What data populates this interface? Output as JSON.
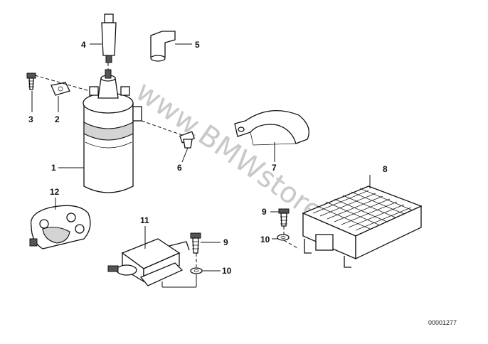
{
  "diagram": {
    "watermark": "www.BMWstore.cx",
    "reference_number": "00001277",
    "callouts": {
      "c1": "1",
      "c2": "2",
      "c3": "3",
      "c4": "4",
      "c5": "5",
      "c6": "6",
      "c7": "7",
      "c8": "8",
      "c9a": "9",
      "c9b": "9",
      "c10a": "10",
      "c10b": "10",
      "c11": "11",
      "c12": "12"
    }
  }
}
